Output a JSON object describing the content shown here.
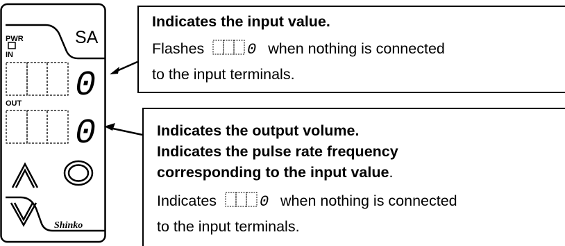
{
  "device": {
    "model_label": "SA",
    "pwr_label": "PWR",
    "in_label": "IN",
    "out_label": "OUT",
    "input_display_digit": "0",
    "output_display_digit": "0",
    "up_button_glyph": "up-chevron",
    "down_button_glyph": "down-chevron",
    "mode_button_glyph": "ring",
    "brand_logo_text": "Shinko"
  },
  "callouts": {
    "input": {
      "title": "Indicates the input value.",
      "line2_prefix": "Flashes",
      "inline_display_digit": "0",
      "line2_suffix": "when nothing is connected",
      "line3": "to the input terminals."
    },
    "output": {
      "title1": "Indicates the output volume.",
      "title2": "Indicates the pulse rate frequency",
      "title3": "corresponding to the input value",
      "title3_tail": ".",
      "line4_prefix": "Indicates",
      "inline_display_digit": "0",
      "line4_suffix": "when nothing is connected",
      "line5": "to the input terminals."
    }
  }
}
